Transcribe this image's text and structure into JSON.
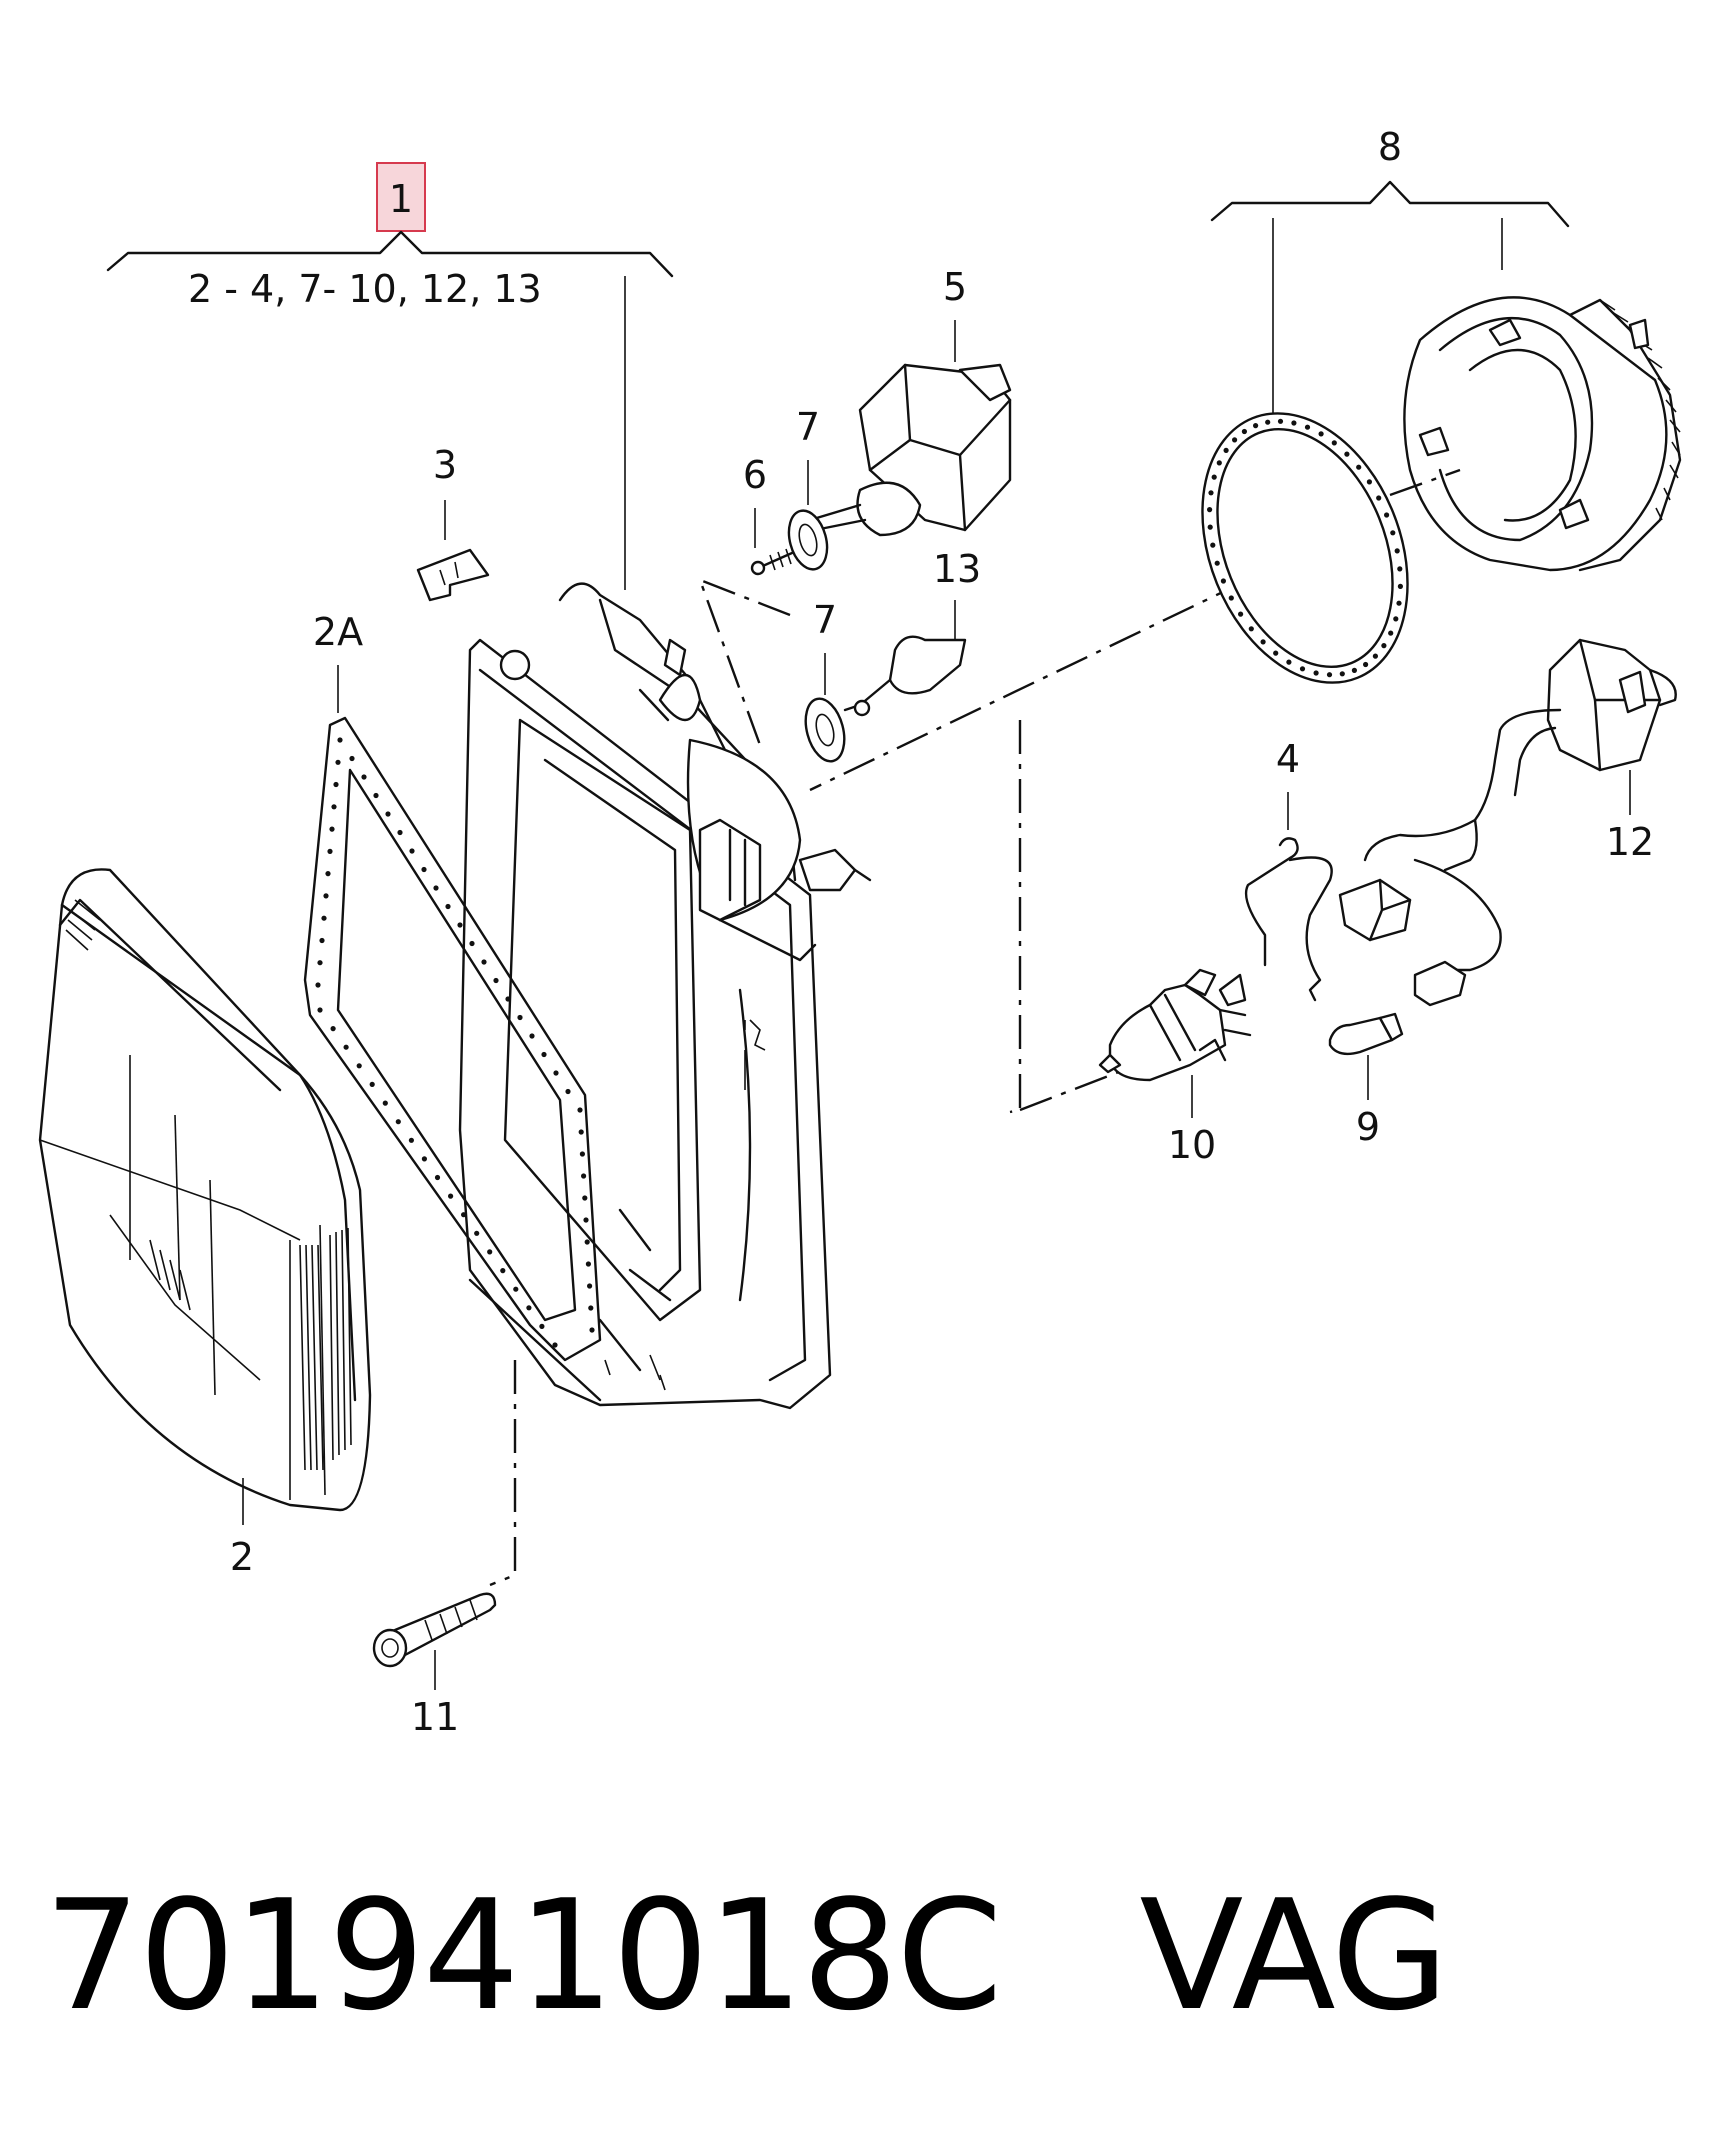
{
  "group_bracket": {
    "label": "1",
    "items_text": "2 - 4,  7- 10, 12, 13",
    "highlight_color": "#f7d6da",
    "highlight_border": "#d63a4e"
  },
  "callouts": {
    "c2": "2",
    "c2a": "2A",
    "c3": "3",
    "c4": "4",
    "c5": "5",
    "c6": "6",
    "c7a": "7",
    "c7b": "7",
    "c8": "8",
    "c9": "9",
    "c10": "10",
    "c11": "11",
    "c12": "12",
    "c13": "13"
  },
  "footer": {
    "part_number": "701941018C",
    "brand": "VAG"
  }
}
